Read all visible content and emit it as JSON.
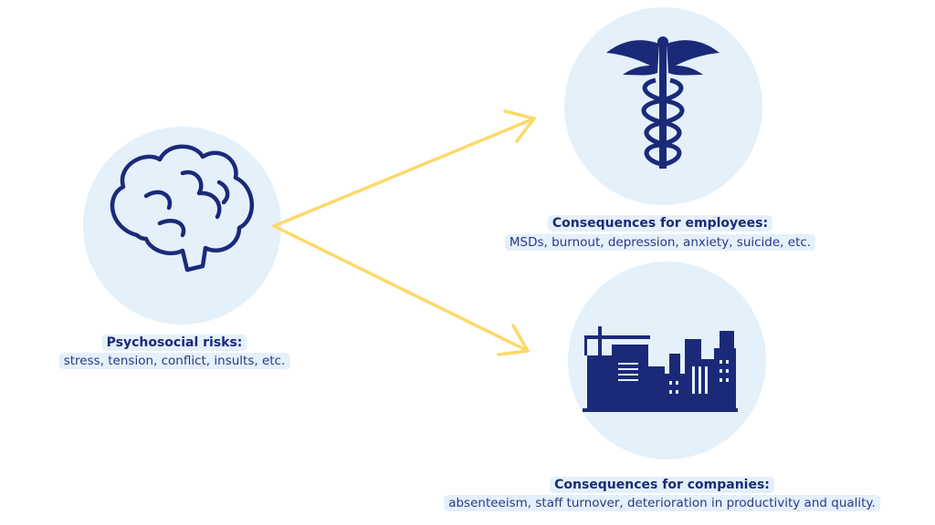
{
  "source": {
    "title": "Psychosocial risks:",
    "subtitle": "stress, tension, conflict, insults, etc.",
    "icon": "brain-icon"
  },
  "targets": [
    {
      "title": "Consequences for employees:",
      "subtitle": "MSDs, burnout, depression, anxiety, suicide, etc.",
      "icon": "caduceus-icon"
    },
    {
      "title": "Consequences for companies:",
      "subtitle": "absenteeism, staff turnover, deterioration in productivity and quality.",
      "icon": "city-buildings-icon"
    }
  ],
  "colors": {
    "navy": "#1b2a78",
    "circle": "#e4f0fa",
    "arrow": "#fcd96a"
  }
}
